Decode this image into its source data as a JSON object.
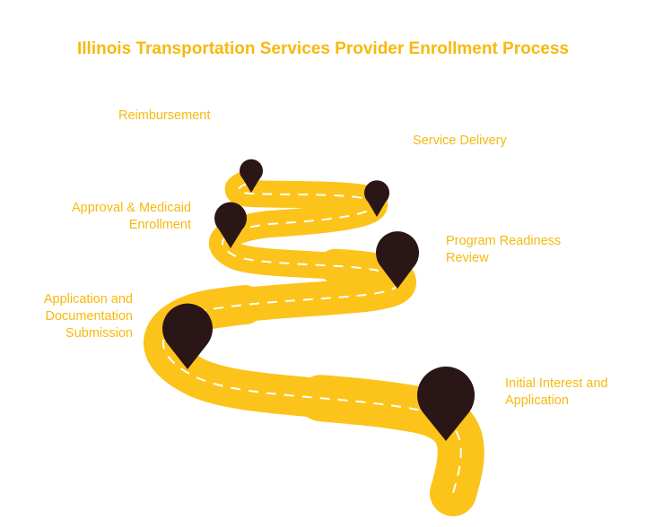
{
  "title": "Illinois Transportation Services Provider Enrollment Process",
  "colors": {
    "road": "#FCC31A",
    "road_dash": "#ffffff",
    "pin": "#2A1616",
    "text": "#F7B90E"
  },
  "steps": [
    {
      "lines": [
        "Reimbursement"
      ]
    },
    {
      "lines": [
        "Service Delivery"
      ]
    },
    {
      "lines": [
        "Approval & Medicaid",
        "Enrollment"
      ]
    },
    {
      "lines": [
        "Program Readiness",
        "Review"
      ]
    },
    {
      "lines": [
        "Application and",
        "Documentation",
        "Submission"
      ]
    },
    {
      "lines": [
        "Initial Interest and",
        "Application"
      ]
    }
  ],
  "pin_icon": "map-marker-icon"
}
